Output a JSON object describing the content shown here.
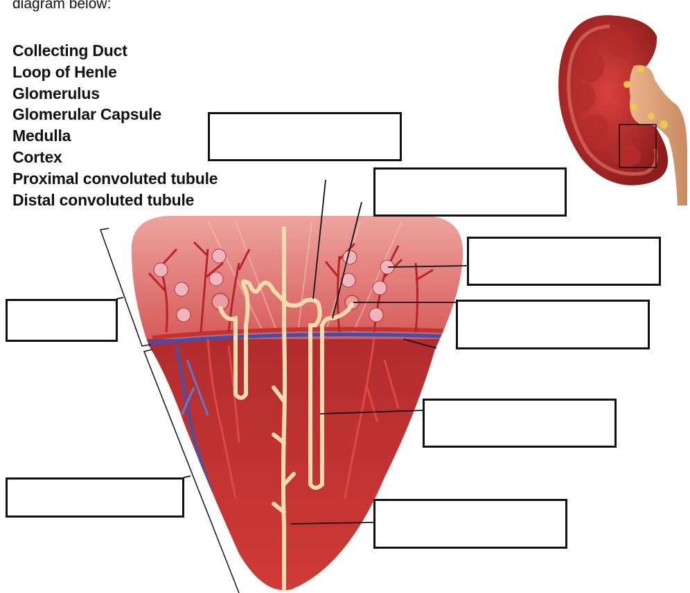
{
  "intro_text": "diagram below:",
  "terms": [
    "Collecting Duct",
    "Loop of Henle",
    "Glomerulus",
    "Glomerular Capsule",
    "Medulla",
    "Cortex",
    "Proximal convoluted tubule",
    "Distal convoluted tubule"
  ],
  "label_boxes": [
    {
      "id": "box-1",
      "value": ""
    },
    {
      "id": "box-2",
      "value": ""
    },
    {
      "id": "box-3",
      "value": ""
    },
    {
      "id": "box-4",
      "value": ""
    },
    {
      "id": "box-5",
      "value": ""
    },
    {
      "id": "box-6",
      "value": ""
    },
    {
      "id": "box-7",
      "value": ""
    },
    {
      "id": "box-8",
      "value": ""
    }
  ],
  "colors": {
    "cortex": "#e07a7a",
    "medulla": "#b52a2a",
    "tubule": "#f3dcb0",
    "vessel_red": "#c0262b",
    "vessel_blue": "#3a55b0",
    "box_border": "#111111"
  }
}
